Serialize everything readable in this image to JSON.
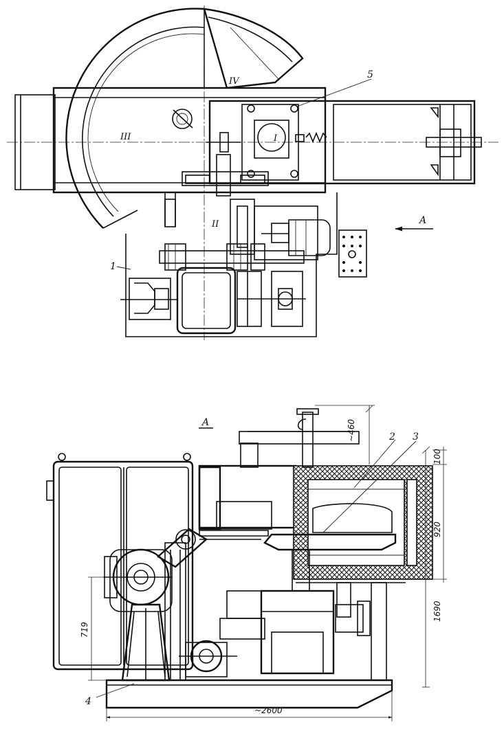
{
  "labels": {
    "part_1": "1",
    "part_2": "2",
    "part_3": "3",
    "part_4": "4",
    "part_5": "5",
    "zone_I": "I",
    "zone_II": "II",
    "zone_III": "III",
    "zone_IV": "IV",
    "view_arrow": "A",
    "view_title": "A"
  },
  "dimensions": {
    "d460": "~460",
    "d100": "100",
    "d920": "920",
    "d1690": "1690",
    "d719": "719",
    "d2600": "~2600"
  }
}
